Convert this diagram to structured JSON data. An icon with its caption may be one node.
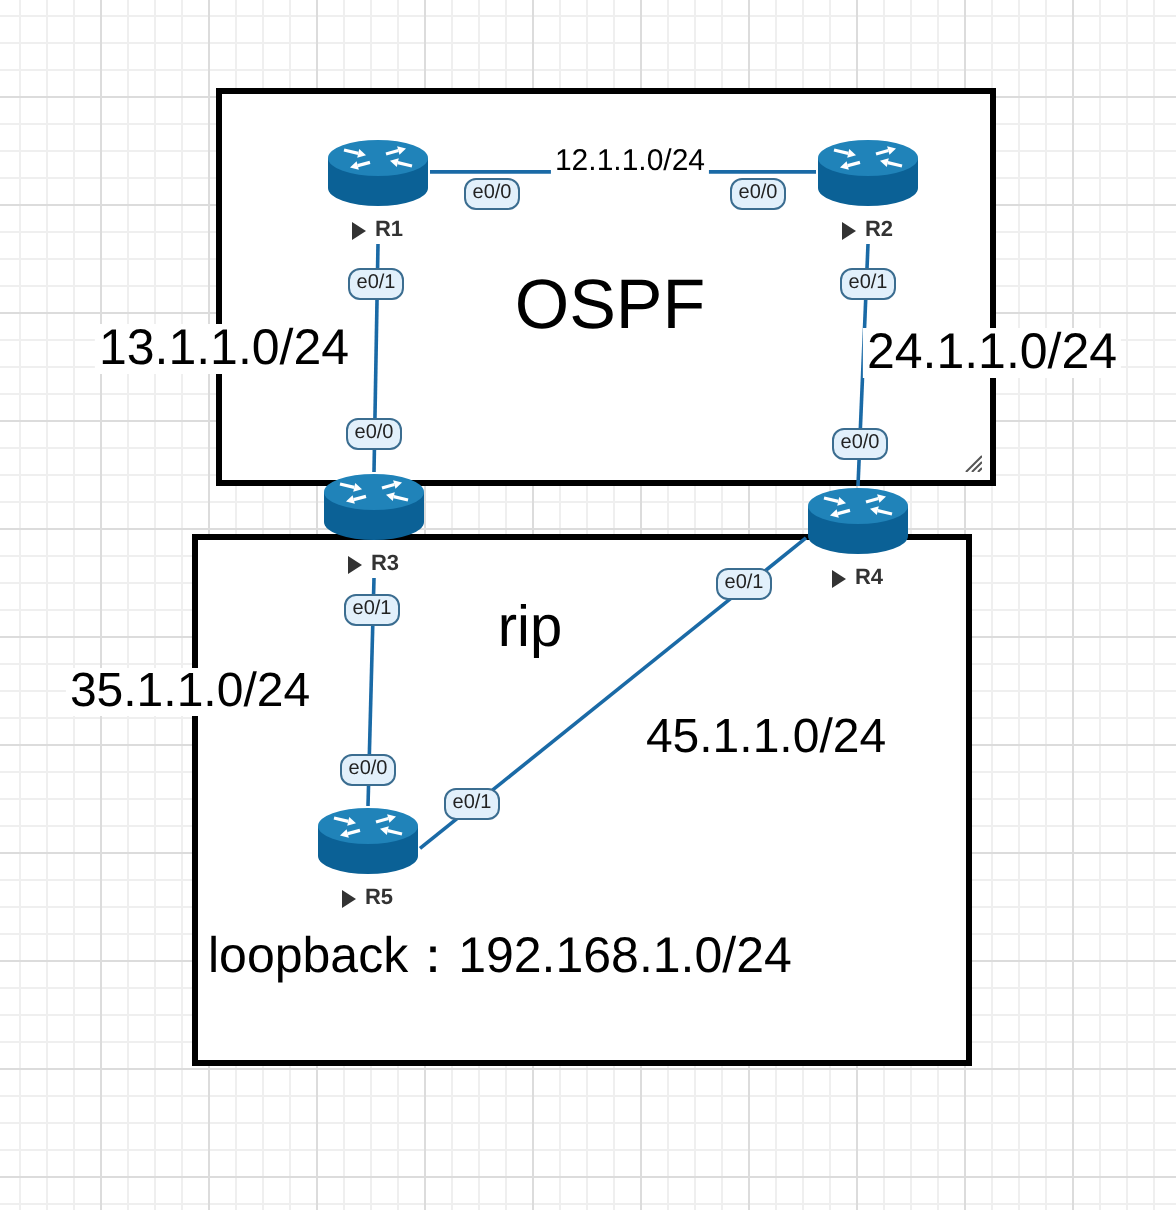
{
  "diagram": {
    "nodes": [
      {
        "text": [
          "OSPF"
        ]
      },
      {
        "text": [
          "rip"
        ]
      },
      {
        "text": [
          "R1"
        ],
        "in": 0,
        "beside": [
          "e0/0",
          "e0/1"
        ]
      },
      {
        "text": [
          "R2"
        ],
        "in": 0,
        "beside": [
          "e0/0",
          "e0/1"
        ]
      },
      {
        "text": [
          "R3"
        ],
        "beside": [
          "e0/0",
          "e0/1"
        ]
      },
      {
        "text": [
          "R4"
        ],
        "beside": [
          "e0/0",
          "e0/1"
        ]
      },
      {
        "text": [
          "R5"
        ],
        "in": 1,
        "beside": [
          "e0/0",
          "e0/1"
        ]
      }
    ],
    "edges": [
      {
        "from": 2,
        "to": 3,
        "arrow": "none",
        "label": "12.1.1.0/24"
      },
      {
        "from": 2,
        "to": 4,
        "arrow": "none",
        "label": "13.1.1.0/24"
      },
      {
        "from": 3,
        "to": 5,
        "arrow": "none",
        "label": "24.1.1.0/24"
      },
      {
        "from": 4,
        "to": 6,
        "arrow": "none",
        "label": "35.1.1.0/24"
      },
      {
        "from": 5,
        "to": 6,
        "arrow": "none",
        "label": "45.1.1.0/24"
      }
    ],
    "labels": [
      "loopback：192.168.1.0/24"
    ]
  }
}
